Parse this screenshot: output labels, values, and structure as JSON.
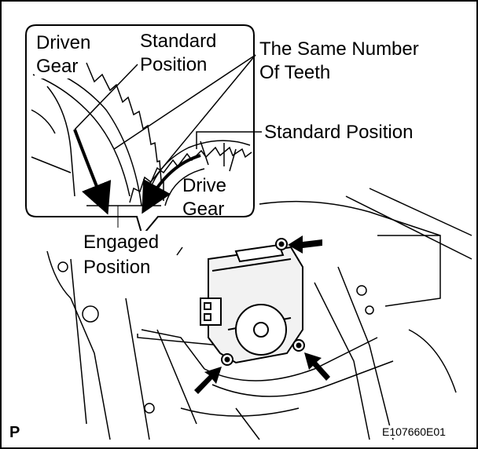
{
  "labels": {
    "driven_gear_1": "Driven",
    "driven_gear_2": "Gear",
    "standard_position_top_1": "Standard",
    "standard_position_top_2": "Position",
    "same_teeth_1": "The Same Number",
    "same_teeth_2": "Of Teeth",
    "standard_position_right": "Standard Position",
    "drive_gear_1": "Drive",
    "drive_gear_2": "Gear",
    "engaged_position_1": "Engaged",
    "engaged_position_2": "Position"
  },
  "footer": {
    "corner_mark": "P",
    "figure_code": "E107660E01"
  },
  "colors": {
    "ink": "#000000",
    "paper": "#ffffff",
    "shade": "#f2f2f2"
  }
}
